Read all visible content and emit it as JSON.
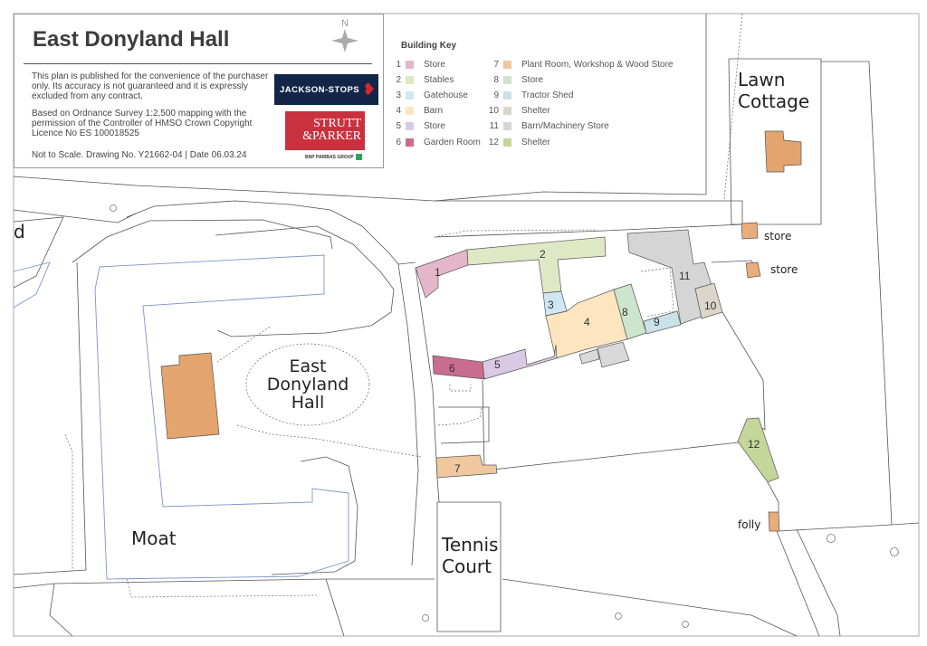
{
  "header": {
    "title": "East Donyland Hall",
    "north_label": "N",
    "disclaimer": "This plan is published for the convenience of the purchaser only. Its accuracy is not guaranteed and it is expressly excluded from any contract.",
    "os_note": "Based on Ordnance Survey 1:2,500 mapping with the permission of the Controller of HMSO   Crown Copyright Licence No ES 100018525",
    "drawing_note": "Not to Scale. Drawing No. Y21662-04 | Date 06.03.24",
    "logos": {
      "jackson_stops": "JACKSON-STOPS",
      "strutt_parker_1": "STRUTT",
      "strutt_parker_2": "&PARKER",
      "bnp": "BNP PARIBAS GROUP"
    }
  },
  "key": {
    "title": "Building Key",
    "items": [
      {
        "num": "1",
        "label": "Store",
        "color": "#e3b6ca"
      },
      {
        "num": "2",
        "label": "Stables",
        "color": "#dfe8c4"
      },
      {
        "num": "3",
        "label": "Gatehouse",
        "color": "#cfe6f3"
      },
      {
        "num": "4",
        "label": "Barn",
        "color": "#fde5bf"
      },
      {
        "num": "5",
        "label": "Store",
        "color": "#d9c9e5"
      },
      {
        "num": "6",
        "label": "Garden Room",
        "color": "#c96d8e"
      },
      {
        "num": "7",
        "label": "Plant Room, Workshop & Wood Store",
        "color": "#f0c8a0"
      },
      {
        "num": "8",
        "label": "Store",
        "color": "#cde5cd"
      },
      {
        "num": "9",
        "label": "Tractor Shed",
        "color": "#c9e1e7"
      },
      {
        "num": "10",
        "label": "Shelter",
        "color": "#dbd5ca"
      },
      {
        "num": "11",
        "label": "Barn/Machinery Store",
        "color": "#d5d5d5"
      },
      {
        "num": "12",
        "label": "Shelter",
        "color": "#c4d699"
      }
    ]
  },
  "map_labels": {
    "lawn_cottage_1": "Lawn",
    "lawn_cottage_2": "Cottage",
    "hall_1": "East",
    "hall_2": "Donyland",
    "hall_3": "Hall",
    "moat": "Moat",
    "tennis_1": "Tennis",
    "tennis_2": "Court",
    "store_a": "store",
    "store_b": "store",
    "folly": "folly",
    "edge_fragment": "d"
  },
  "colors": {
    "dwelling": "#e3a46e",
    "outbuilding_store": "#e8ad7a",
    "moat_line": "#7c95c8"
  }
}
